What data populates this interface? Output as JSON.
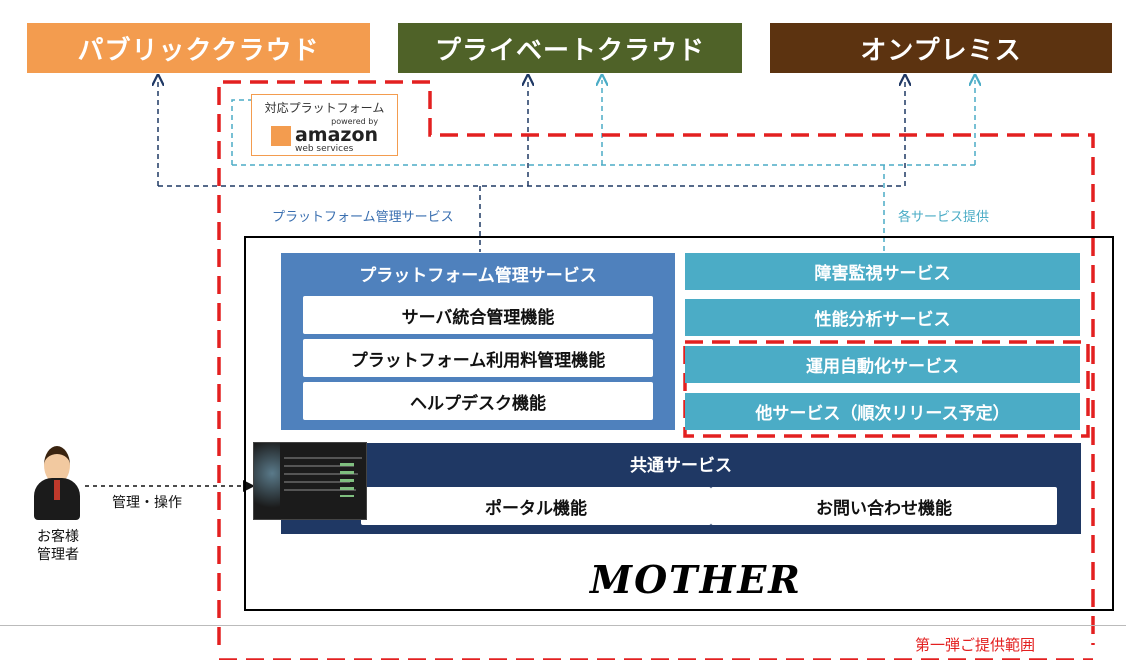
{
  "clouds": {
    "public": "パブリッククラウド",
    "private": "プライベートクラウド",
    "onprem": "オンプレミス"
  },
  "aws_callout": {
    "label": "対応プラットフォーム",
    "powered_by": "powered by",
    "brand": "amazon",
    "brand_sub": "web services"
  },
  "line_labels": {
    "platform_mgmt": "プラットフォーム管理サービス",
    "each_service": "各サービス提供",
    "operation": "管理・操作"
  },
  "platform_box": {
    "title": "プラットフォーム管理サービス",
    "items": [
      "サーバ統合管理機能",
      "プラットフォーム利用料管理機能",
      "ヘルプデスク機能"
    ]
  },
  "services": [
    "障害監視サービス",
    "性能分析サービス",
    "運用自動化サービス",
    "他サービス（順次リリース予定）"
  ],
  "common": {
    "title": "共通サービス",
    "items": [
      "ポータル機能",
      "お問い合わせ機能"
    ]
  },
  "logo_text": "MOTHER",
  "person_label": [
    "お客様",
    "管理者"
  ],
  "scope_label": "第一弾ご提供範囲",
  "colors": {
    "public": "#f39c4f",
    "private": "#4f6228",
    "onprem": "#5c3310",
    "platform_blue": "#4f81bd",
    "teal": "#4bacc6",
    "navy": "#1f3864",
    "scope_red": "#e32020"
  }
}
